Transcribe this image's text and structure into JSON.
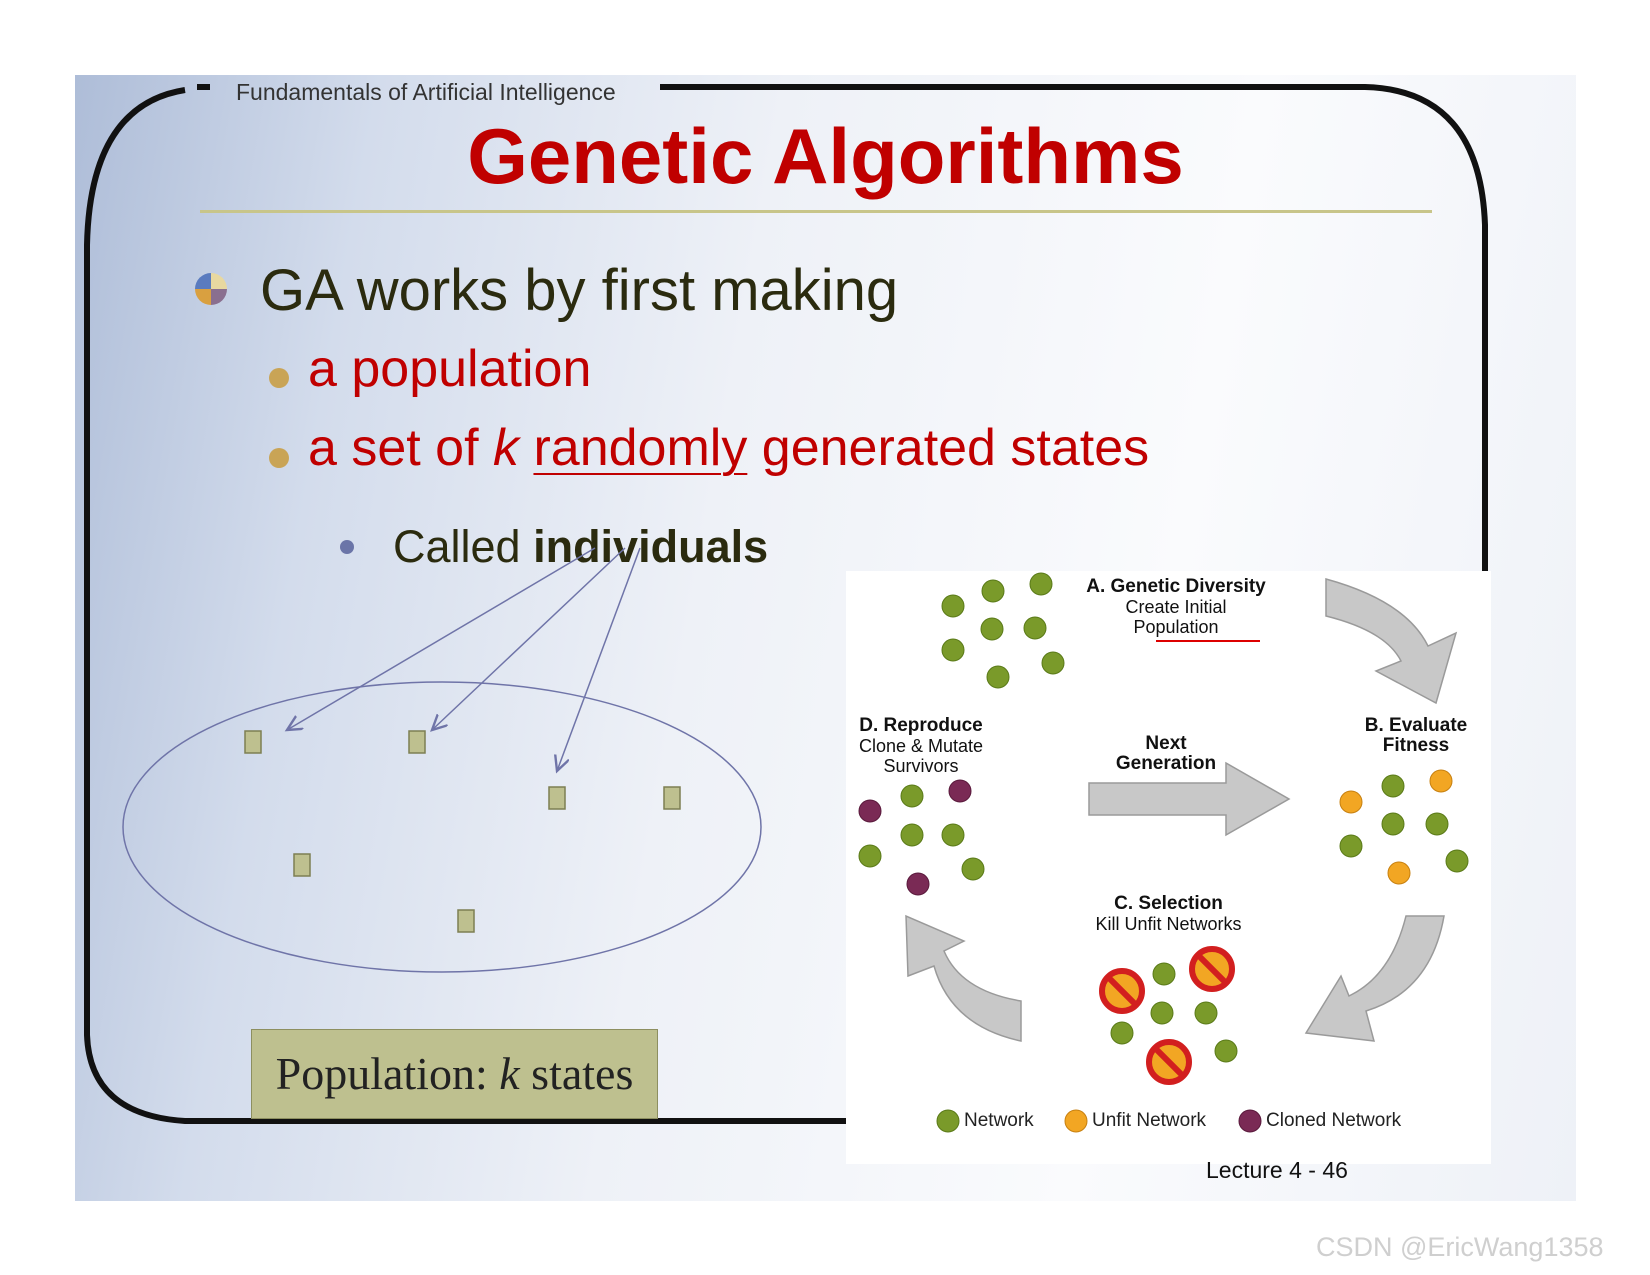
{
  "slide": {
    "header": "Fundamentals  of Artificial Intelligence",
    "title": "Genetic Algorithms",
    "bullets": {
      "b1": "GA works by first making",
      "b2a": "a population",
      "b2b_pre": "a set of ",
      "b2b_k": "k",
      "b2b_sp": " ",
      "b2b_rand": "randomly",
      "b2b_post": " generated states",
      "b3_pre": "Called ",
      "b3_bold": "individuals"
    },
    "population_box": {
      "pre": "Population: ",
      "k": "k",
      "post": " states"
    },
    "footer": "Lecture 4 - 46",
    "colors": {
      "title": "#c00000",
      "network": "#7a9a2a",
      "unfit": "#f2a623",
      "cloned": "#7a2a55",
      "box": "#bec08f"
    }
  },
  "cycle_diagram": {
    "stepA": {
      "title": "A. Genetic Diversity",
      "line1": "Create Initial",
      "line2": "Population"
    },
    "stepB": {
      "title1": "B. Evaluate",
      "title2": "Fitness"
    },
    "stepC": {
      "title": "C. Selection",
      "line1": "Kill Unfit Networks"
    },
    "stepD": {
      "title": "D. Reproduce",
      "line1": "Clone & Mutate",
      "line2": "Survivors"
    },
    "center": {
      "line1": "Next",
      "line2": "Generation"
    },
    "legend": {
      "network": "Network",
      "unfit": "Unfit Network",
      "cloned": "Cloned Network"
    }
  },
  "watermark": "CSDN @EricWang1358"
}
